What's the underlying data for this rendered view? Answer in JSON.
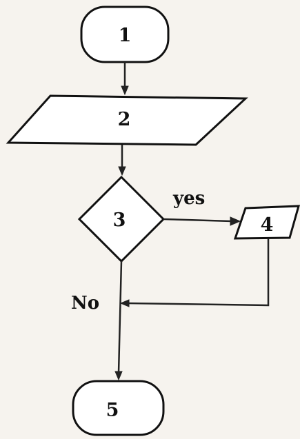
{
  "diagram": {
    "nodes": {
      "n1": {
        "label": "1",
        "shape": "terminator"
      },
      "n2": {
        "label": "2",
        "shape": "parallelogram"
      },
      "n3": {
        "label": "3",
        "shape": "diamond"
      },
      "n4": {
        "label": "4",
        "shape": "parallelogram"
      },
      "n5": {
        "label": "5",
        "shape": "terminator"
      }
    },
    "edges": {
      "yes_label": "yes",
      "no_label": "No"
    }
  }
}
